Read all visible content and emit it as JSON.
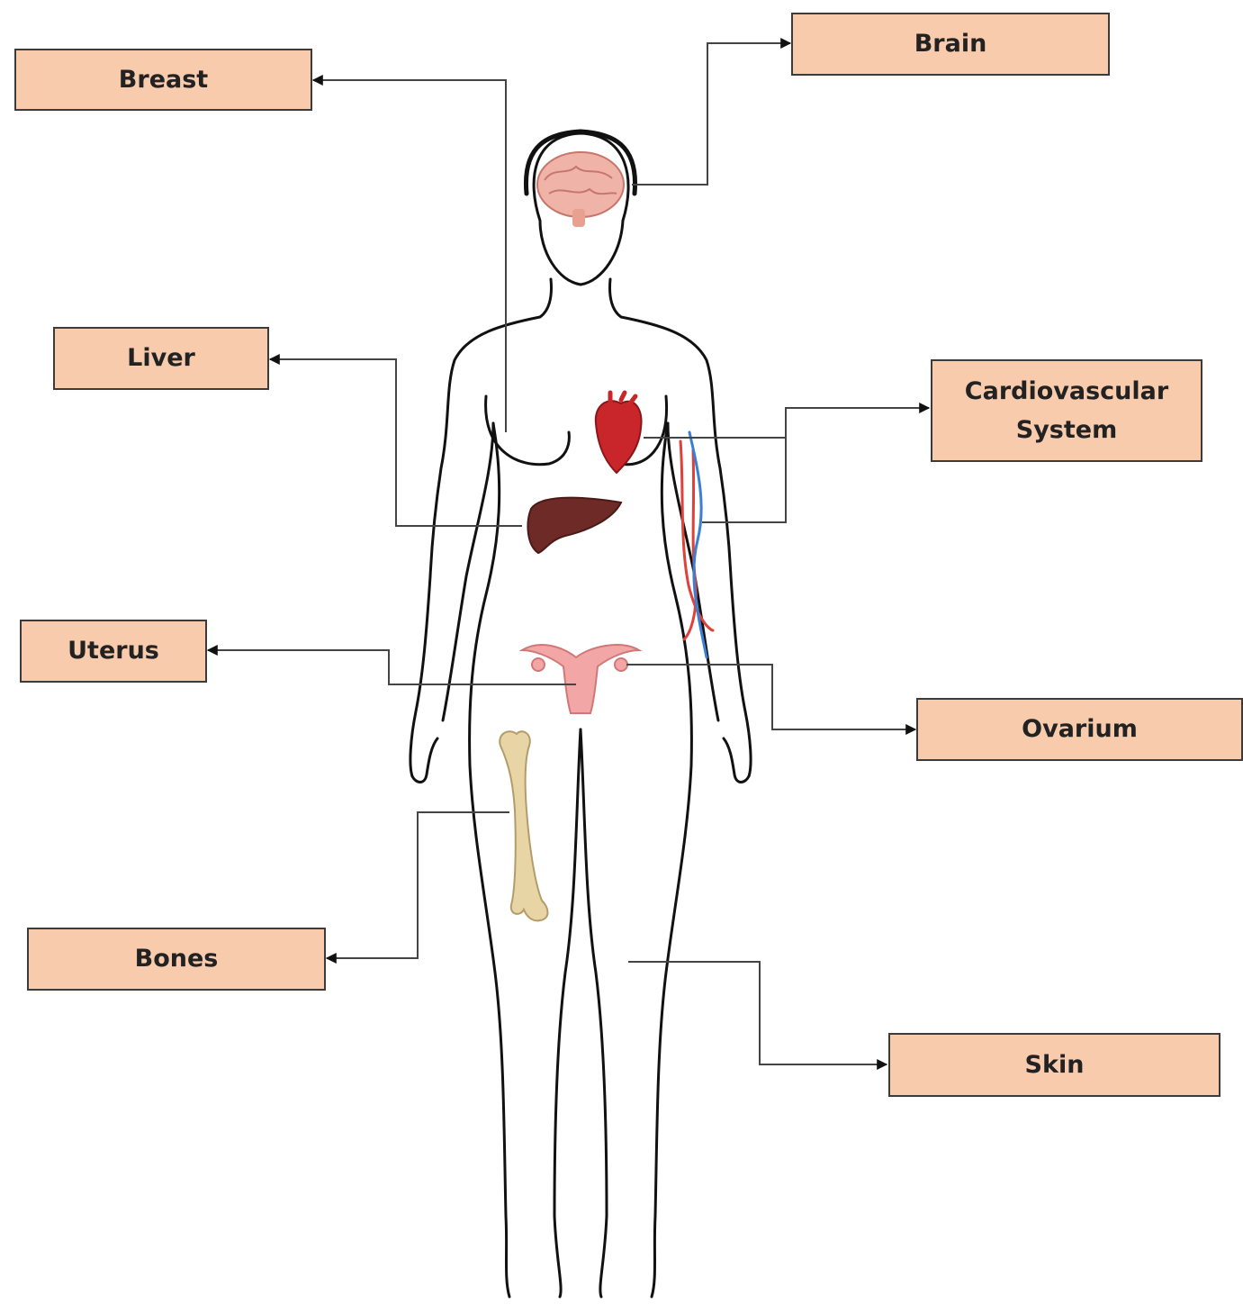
{
  "colors": {
    "box_fill": "#f8cbad",
    "box_border": "#3b3b3b",
    "connector": "#444444",
    "body_outline": "#111111",
    "brain": "#f0b3a8",
    "heart": "#c8262a",
    "liver": "#6e2a26",
    "uterus": "#f2a6a6",
    "bone": "#e8d5a6",
    "artery": "#e0403a",
    "vein": "#3b7fd4"
  },
  "labels": {
    "breast": "Breast",
    "brain": "Brain",
    "liver": "Liver",
    "cardiovascular_line1": "Cardiovascular",
    "cardiovascular_line2": "System",
    "uterus": "Uterus",
    "ovarium": "Ovarium",
    "bones": "Bones",
    "skin": "Skin"
  },
  "icons": [
    "female-body-outline",
    "brain-icon",
    "heart-icon",
    "liver-icon",
    "blood-vessels-icon",
    "uterus-icon",
    "femur-bone-icon"
  ]
}
